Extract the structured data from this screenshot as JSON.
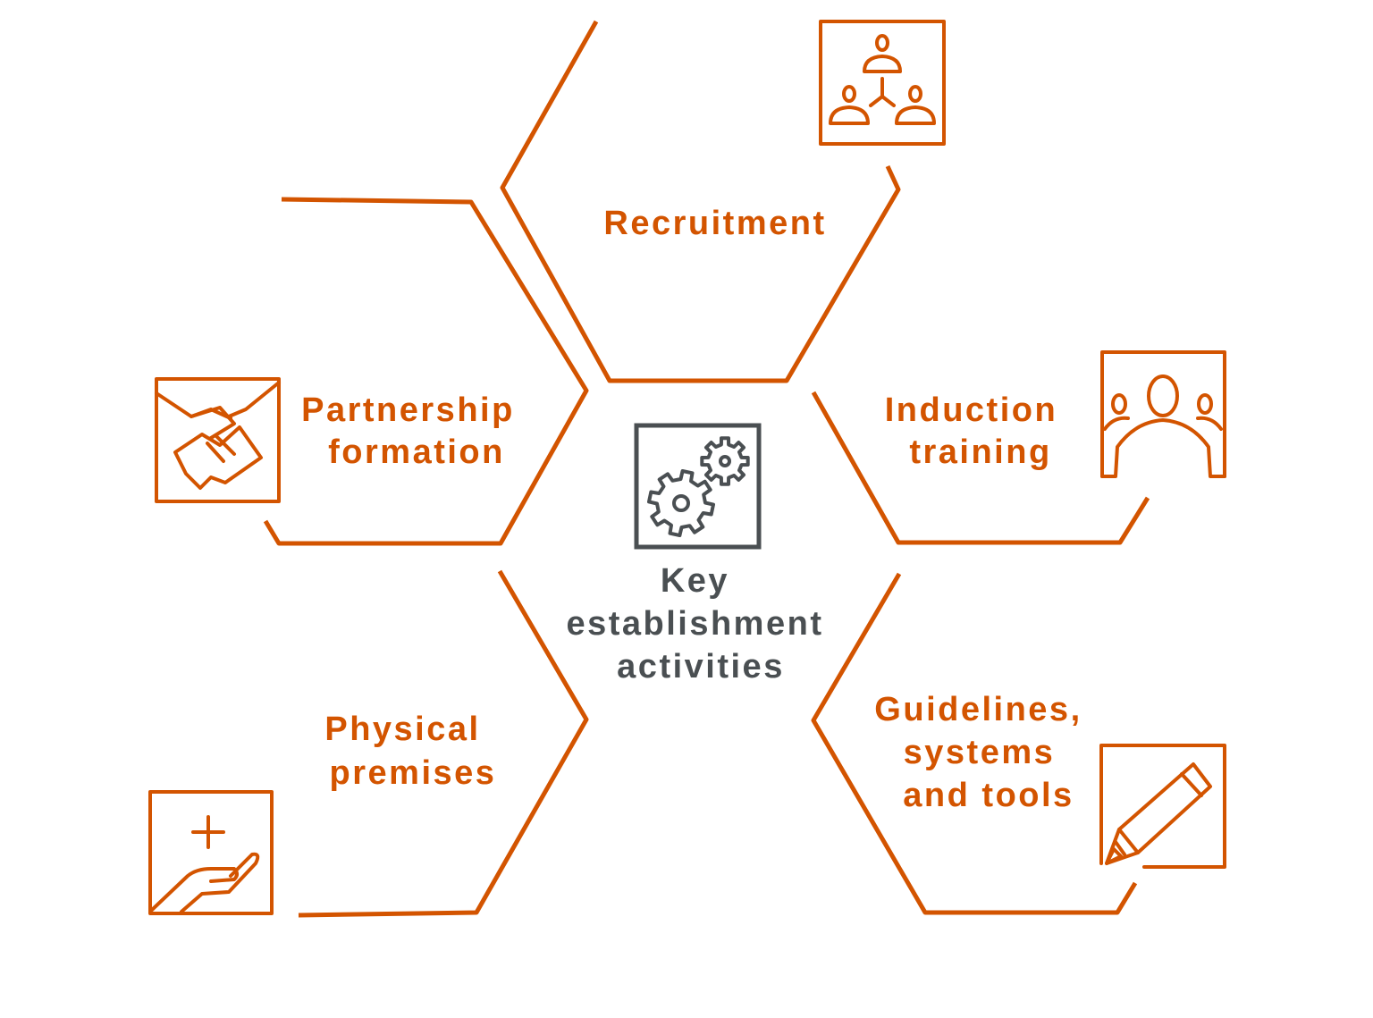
{
  "colors": {
    "accent": "#D35400",
    "center": "#4A4F52",
    "background": "#FFFFFF"
  },
  "center": {
    "icon": "gears-icon",
    "label_lines": [
      "Key",
      "establishment",
      "activities"
    ]
  },
  "segments": [
    {
      "id": "recruitment",
      "label_lines": [
        "Recruitment"
      ],
      "icon": "people-network-icon"
    },
    {
      "id": "partnership",
      "label_lines": [
        "Partnership",
        "formation"
      ],
      "icon": "handshake-icon"
    },
    {
      "id": "induction",
      "label_lines": [
        "Induction",
        "training"
      ],
      "icon": "group-people-icon"
    },
    {
      "id": "premises",
      "label_lines": [
        "Physical",
        "premises"
      ],
      "icon": "hand-plus-icon"
    },
    {
      "id": "guidelines",
      "label_lines": [
        "Guidelines,",
        "systems",
        "and tools"
      ],
      "icon": "pencil-icon"
    }
  ]
}
